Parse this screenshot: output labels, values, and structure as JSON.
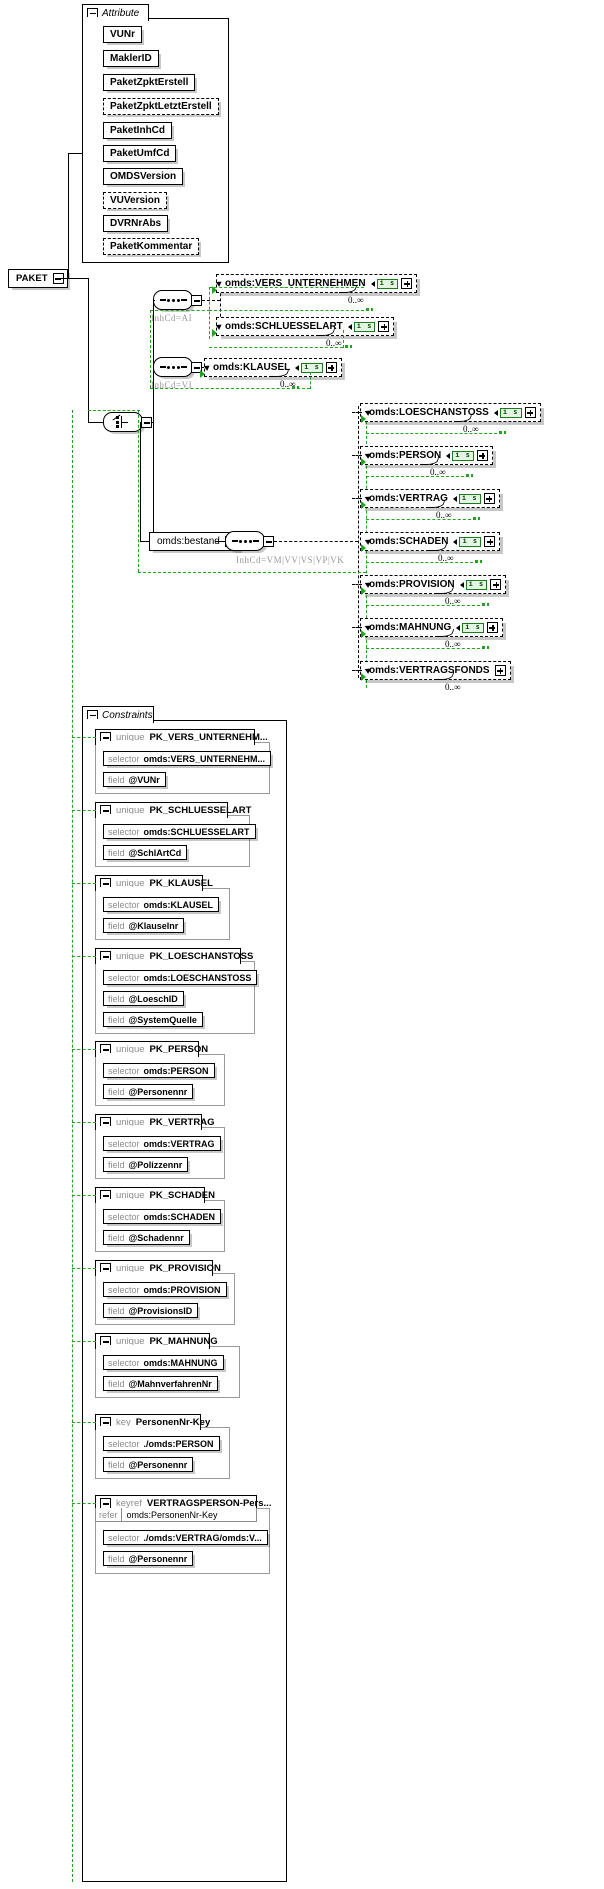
{
  "diagram": {
    "type": "xml-schema-documentation",
    "root_element": {
      "name": "PAKET",
      "expander": "minus"
    },
    "attribute_group": {
      "title": "Attribute",
      "expander": "minus",
      "attributes": [
        {
          "name": "VUNr",
          "optional": false
        },
        {
          "name": "MaklerID",
          "optional": false
        },
        {
          "name": "PaketZpktErstell",
          "optional": false
        },
        {
          "name": "PaketZpktLetztErstell",
          "optional": true
        },
        {
          "name": "PaketInhCd",
          "optional": false
        },
        {
          "name": "PaketUmfCd",
          "optional": false
        },
        {
          "name": "OMDSVersion",
          "optional": false
        },
        {
          "name": "VUVersion",
          "optional": true
        },
        {
          "name": "DVRNrAbs",
          "optional": false
        },
        {
          "name": "PaketKommentar",
          "optional": true
        }
      ]
    },
    "content_model": {
      "root_compositor": "choice",
      "branches": [
        {
          "compositor": "sequence",
          "condition": "InhCd=AI",
          "children": [
            {
              "name": "omds:VERS_UNTERNEHMEN",
              "badge": "i s",
              "occurrence": "0..∞",
              "expander": "plus"
            },
            {
              "name": "omds:SCHLUESSELART",
              "badge": "i s",
              "occurrence": "0..∞",
              "expander": "plus"
            }
          ]
        },
        {
          "compositor": "sequence",
          "condition": "InhCd=VI",
          "children": [
            {
              "name": "omds:KLAUSEL",
              "badge": "i s",
              "occurrence": "0..∞",
              "expander": "plus"
            }
          ]
        },
        {
          "compositor": "sequence",
          "wrapper": "omds:bestand",
          "wrapper_expander": "minus",
          "condition": "InhCd=VM|VV|VS|VP|VK",
          "children": [
            {
              "name": "omds:LOESCHANSTOSS",
              "badge": "i s",
              "occurrence": "0..∞",
              "expander": "plus"
            },
            {
              "name": "omds:PERSON",
              "badge": "i s",
              "occurrence": "0..∞",
              "expander": "plus"
            },
            {
              "name": "omds:VERTRAG",
              "badge": "i s",
              "occurrence": "0..∞",
              "expander": "plus"
            },
            {
              "name": "omds:SCHADEN",
              "badge": "i s",
              "occurrence": "0..∞",
              "expander": "plus"
            },
            {
              "name": "omds:PROVISION",
              "badge": "i s",
              "occurrence": "0..∞",
              "expander": "plus"
            },
            {
              "name": "omds:MAHNUNG",
              "badge": "i s",
              "occurrence": "0..∞",
              "expander": "plus"
            },
            {
              "name": "omds:VERTRAGSFONDS",
              "badge": "",
              "occurrence": "0..∞",
              "expander": "plus"
            }
          ]
        }
      ]
    },
    "constraints_group": {
      "title": "Constraints",
      "expander": "minus",
      "constraints": [
        {
          "kind": "unique",
          "name": "PK_VERS_UNTERNEHM...",
          "rows": [
            {
              "key": "selector",
              "value": "omds:VERS_UNTERNEHM..."
            },
            {
              "key": "field",
              "value": "@VUNr"
            }
          ]
        },
        {
          "kind": "unique",
          "name": "PK_SCHLUESSELART",
          "rows": [
            {
              "key": "selector",
              "value": "omds:SCHLUESSELART"
            },
            {
              "key": "field",
              "value": "@SchlArtCd"
            }
          ]
        },
        {
          "kind": "unique",
          "name": "PK_KLAUSEL",
          "rows": [
            {
              "key": "selector",
              "value": "omds:KLAUSEL"
            },
            {
              "key": "field",
              "value": "@Klauselnr"
            }
          ]
        },
        {
          "kind": "unique",
          "name": "PK_LOESCHANSTOSS",
          "rows": [
            {
              "key": "selector",
              "value": "omds:LOESCHANSTOSS"
            },
            {
              "key": "field",
              "value": "@LoeschID"
            },
            {
              "key": "field",
              "value": "@SystemQuelle"
            }
          ]
        },
        {
          "kind": "unique",
          "name": "PK_PERSON",
          "rows": [
            {
              "key": "selector",
              "value": "omds:PERSON"
            },
            {
              "key": "field",
              "value": "@Personennr"
            }
          ]
        },
        {
          "kind": "unique",
          "name": "PK_VERTRAG",
          "rows": [
            {
              "key": "selector",
              "value": "omds:VERTRAG"
            },
            {
              "key": "field",
              "value": "@Polizzennr"
            }
          ]
        },
        {
          "kind": "unique",
          "name": "PK_SCHADEN",
          "rows": [
            {
              "key": "selector",
              "value": "omds:SCHADEN"
            },
            {
              "key": "field",
              "value": "@Schadennr"
            }
          ]
        },
        {
          "kind": "unique",
          "name": "PK_PROVISION",
          "rows": [
            {
              "key": "selector",
              "value": "omds:PROVISION"
            },
            {
              "key": "field",
              "value": "@ProvisionsID"
            }
          ]
        },
        {
          "kind": "unique",
          "name": "PK_MAHNUNG",
          "rows": [
            {
              "key": "selector",
              "value": "omds:MAHNUNG"
            },
            {
              "key": "field",
              "value": "@MahnverfahrenNr"
            }
          ]
        },
        {
          "kind": "key",
          "name": "PersonenNr-Key",
          "rows": [
            {
              "key": "selector",
              "value": "./omds:PERSON"
            },
            {
              "key": "field",
              "value": "@Personennr"
            }
          ]
        },
        {
          "kind": "keyref",
          "name": "VERTRAGSPERSON-Pers...",
          "refer": {
            "key": "refer",
            "value": "omds:PersonenNr-Key"
          },
          "rows": [
            {
              "key": "selector",
              "value": "./omds:VERTRAG/omds:V..."
            },
            {
              "key": "field",
              "value": "@Personennr"
            }
          ]
        }
      ]
    },
    "colors": {
      "green": "#21a521",
      "badge_bg": "#e3f6e3",
      "muted": "#8c8c8c",
      "shadow": "rgba(0,0,0,0.22)"
    }
  }
}
